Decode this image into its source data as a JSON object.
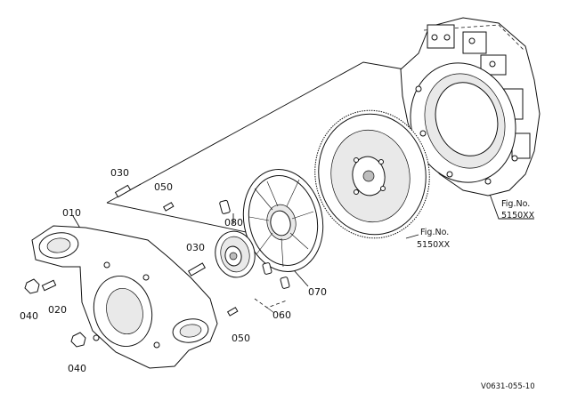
{
  "callouts": {
    "c010": "010",
    "c020": "020",
    "c030_upper": "030",
    "c030_lower": "030",
    "c040_upper": "040",
    "c040_lower": "040",
    "c050_upper": "050",
    "c050_lower": "050",
    "c060": "060",
    "c070": "070",
    "c080": "080"
  },
  "figure_refs": {
    "flywheel_fig_label": "Fig.No.",
    "flywheel_fig_number": "5150XX",
    "housing_fig_label": "Fig.No.",
    "housing_fig_number": "5150XX"
  },
  "drawing_code": "V0631-055-10"
}
